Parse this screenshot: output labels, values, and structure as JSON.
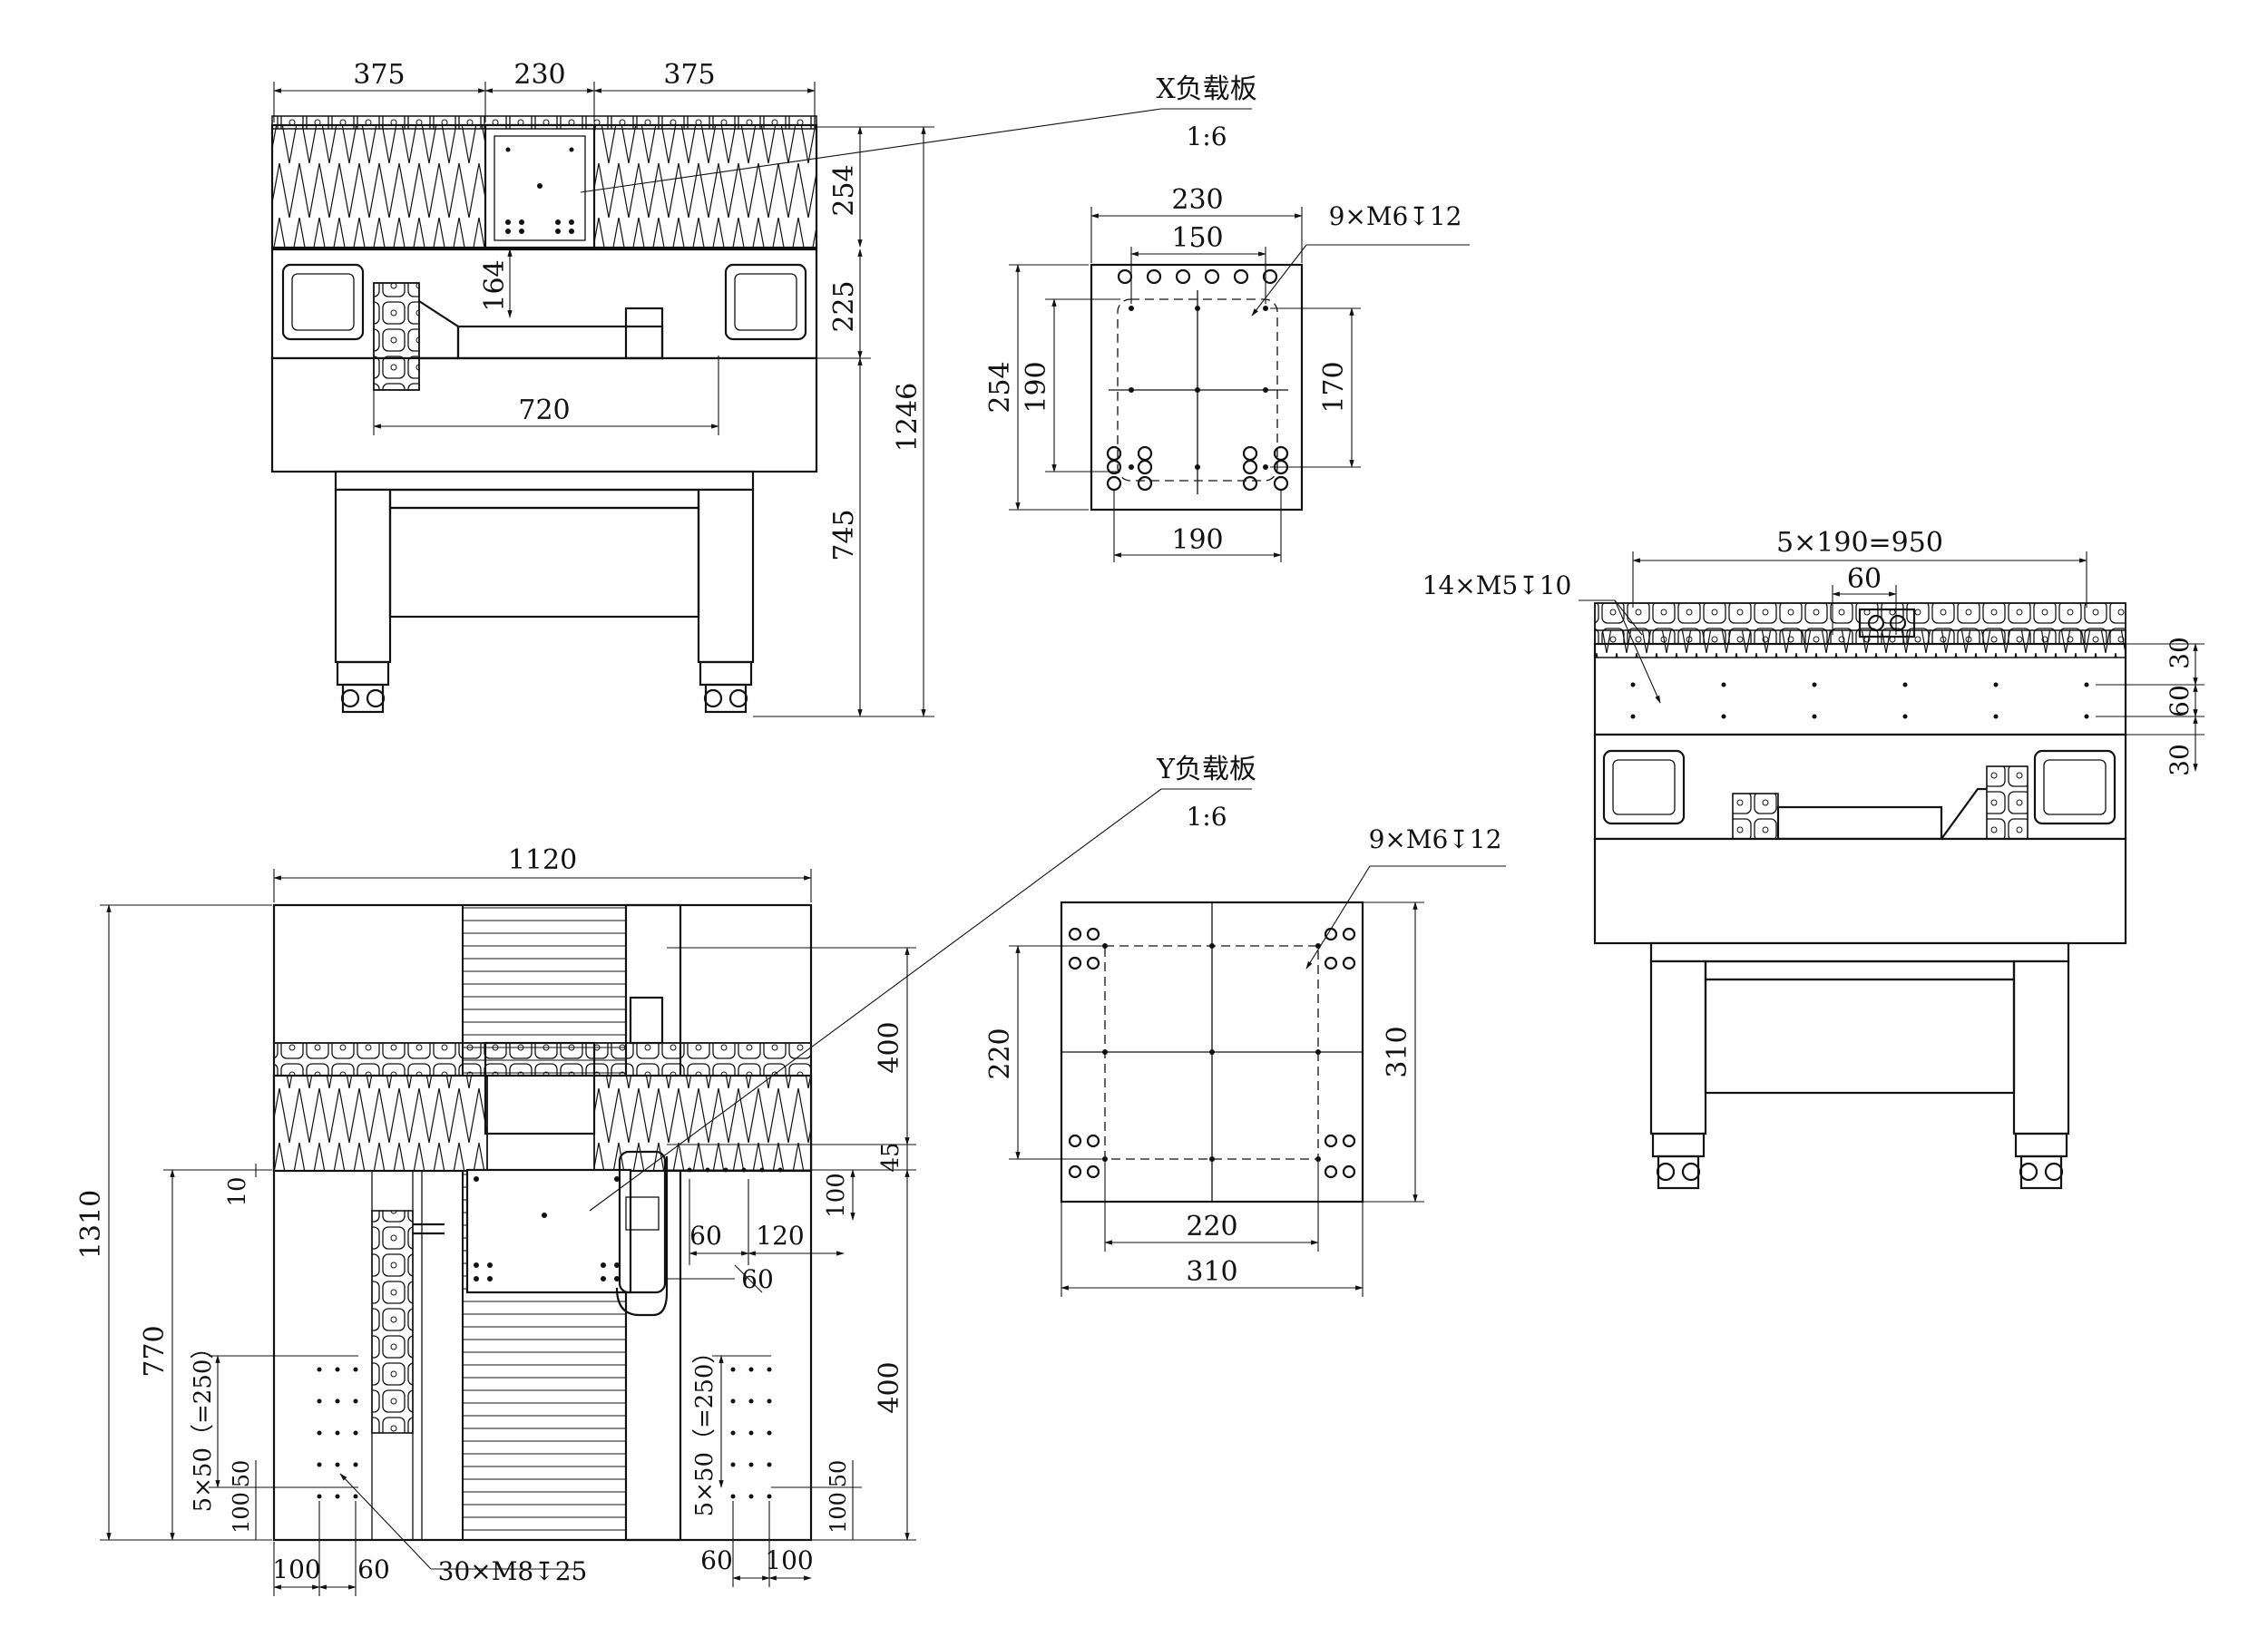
{
  "views": {
    "front_x_axis": {
      "dims": {
        "left": "375",
        "mid": "230",
        "right": "375",
        "plate_h": "254",
        "gap": "164",
        "body_h": "225",
        "stroke": "720",
        "total_h": "1246",
        "stand_h": "745"
      },
      "callout": {
        "name": "X负载板",
        "scale": "1:6"
      }
    },
    "x_plate": {
      "dims": {
        "width": "230",
        "inner_w": "150",
        "height": "254",
        "inner_h": "190",
        "right_h": "170",
        "bottom_w": "190"
      },
      "holes": "9×M6↧12"
    },
    "side_view": {
      "dims": {
        "pitch": "5×190=950",
        "pitch_small": "60",
        "d30_top": "30",
        "d60": "60",
        "d30_bot": "30"
      },
      "holes": "14×M5↧10"
    },
    "top_view": {
      "dims": {
        "width": "1120",
        "height": "1310",
        "d400_top": "400",
        "d45": "45",
        "d10": "10",
        "d100_r": "100",
        "d60_a": "60",
        "d120": "120",
        "d60_b": "60",
        "d770": "770",
        "d400_bot": "400",
        "d_5x50_left": "5×50（=250）",
        "d50_left": "50",
        "d100_left": "100",
        "d100_bl": "100",
        "d60_bl": "60",
        "d_5x50_right": "5×50（=250）",
        "d50_right": "50",
        "d100_right": "100",
        "d60_br": "60",
        "d100_br": "100"
      },
      "holes": "30×M8↧25",
      "callout": {
        "name": "Y负载板",
        "scale": "1:6"
      }
    },
    "y_plate": {
      "dims": {
        "height": "220",
        "right_h": "310",
        "inner_w": "220",
        "width": "310"
      },
      "holes": "9×M6↧12"
    }
  }
}
